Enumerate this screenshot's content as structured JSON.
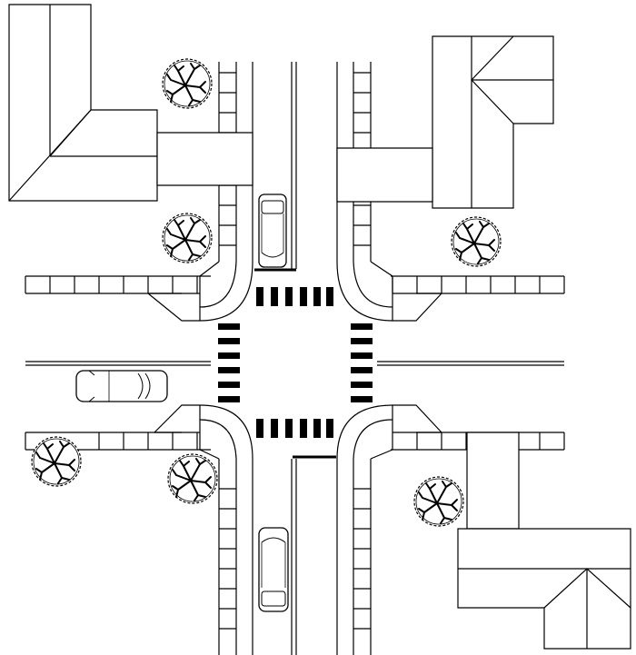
{
  "scene": {
    "type": "street-intersection-plan",
    "colors": {
      "ink": "#000000",
      "paper": "#ffffff"
    },
    "buildings": [
      {
        "id": "northwest",
        "shape": "L-shaped hip roof"
      },
      {
        "id": "northeast",
        "shape": "L-shaped hip roof"
      },
      {
        "id": "southeast",
        "shape": "L-shaped hip roof"
      }
    ],
    "trees": {
      "count": 6,
      "icon": "tree-icon"
    },
    "vehicles": [
      {
        "id": "car-north",
        "heading": "south",
        "icon": "car-icon"
      },
      {
        "id": "car-west",
        "heading": "east",
        "icon": "car-icon"
      },
      {
        "id": "car-south",
        "heading": "north",
        "icon": "car-icon"
      }
    ],
    "crosswalks": [
      {
        "id": "north",
        "stripes": 6
      },
      {
        "id": "south",
        "stripes": 6
      },
      {
        "id": "west",
        "stripes": 6
      },
      {
        "id": "east",
        "stripes": 6
      }
    ]
  }
}
